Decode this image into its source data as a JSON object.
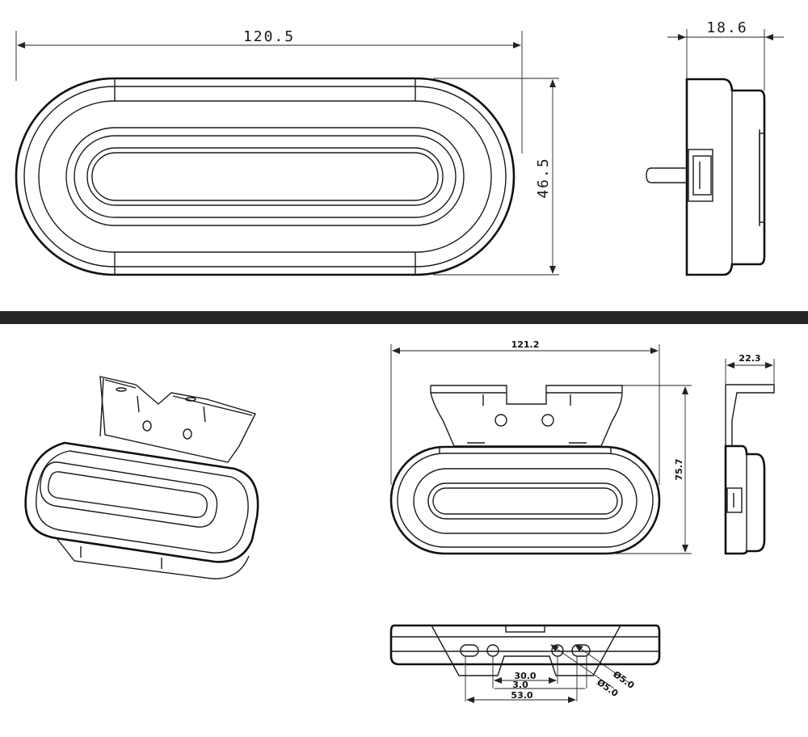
{
  "top_view": {
    "front": {
      "width_label": "120.5",
      "height_label": "46.5"
    },
    "side": {
      "depth_label": "18.6"
    }
  },
  "bottom_view": {
    "front": {
      "width_label": "121.2",
      "height_label": "75.7"
    },
    "side": {
      "depth_label": "22.3"
    },
    "base": {
      "dim_30": "30.0",
      "dim_3": "3.0",
      "dim_53": "53.0",
      "hole_a": "Ø5.0",
      "hole_b": "Ø5.0"
    }
  },
  "colors": {
    "line": "#1a1a1a",
    "separator": "#262626",
    "background": "#ffffff"
  }
}
